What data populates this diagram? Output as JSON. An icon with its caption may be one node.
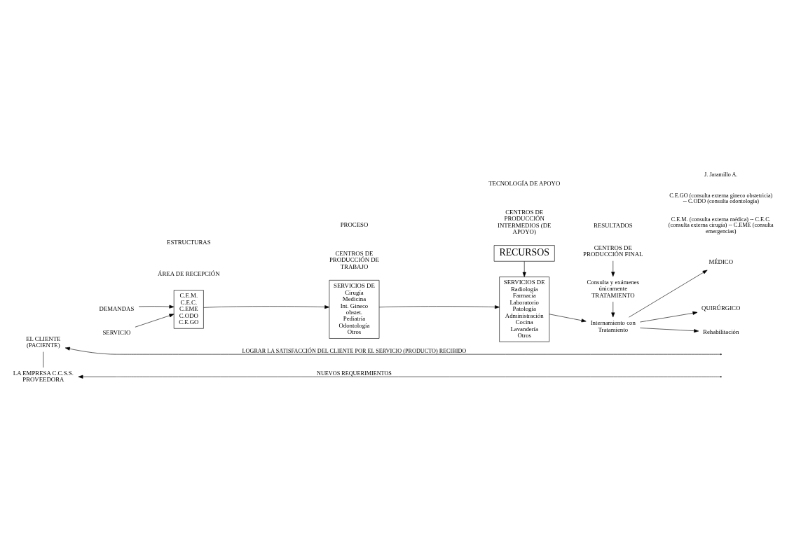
{
  "diagram": {
    "nodes": [
      {
        "text": [
          "EL CLIENTE (PACIENTE)"
        ]
      },
      {
        "text": [
          "LA EMPRESA C.C.S.S. PROVEEDORA"
        ]
      },
      {
        "text": [
          "DEMANDAS"
        ]
      },
      {
        "text": [
          "SERVICIO"
        ]
      },
      {
        "text": [
          "C.E.M. C.E.C. C.EME C.ODO C.E.GO"
        ]
      },
      {
        "text": [
          "SERVICIOS DE Cirugía Medicina Int. Gineco obstet. Pediatría Odontología Otros"
        ]
      },
      {
        "text": [
          "SERVICIOS DE Radiología Farmacia Laboratorio Patología Administración Cocina Lavandería Otros"
        ]
      },
      {
        "text": [
          "CENTROS DE PRODUCCIÓN FINAL"
        ]
      },
      {
        "text": [
          "Consulta y exámenes únicamente TRATAMIENTO"
        ]
      },
      {
        "text": [
          "Internamiento con Tratamiento"
        ]
      },
      {
        "text": [
          "MÉDICO"
        ]
      },
      {
        "text": [
          "QUIRÚRGICO"
        ]
      },
      {
        "text": [
          "Rehabilitación"
        ]
      },
      {
        "text": [
          "RECURSOS"
        ]
      }
    ],
    "edges": [
      {
        "from": null,
        "to": 0,
        "arrow": "to",
        "label": "LOGRAR LA SATISFACCIÓN DEL CLIENTE POR EL SERVICIO (PRODUCTO) RECIBIDO"
      },
      {
        "from": 0,
        "to": 1,
        "arrow": "none"
      },
      {
        "from": 2,
        "to": 4,
        "arrow": "to"
      },
      {
        "from": 3,
        "to": 4,
        "arrow": "to"
      },
      {
        "from": 4,
        "to": 5,
        "arrow": "to"
      },
      {
        "from": 5,
        "to": 6,
        "arrow": "to"
      },
      {
        "from": 6,
        "to": 9,
        "arrow": "to"
      },
      {
        "from": 7,
        "to": 8,
        "arrow": "to"
      },
      {
        "from": 8,
        "to": 9,
        "arrow": "to"
      },
      {
        "from": 9,
        "to": 10,
        "arrow": "to"
      },
      {
        "from": 9,
        "to": 11,
        "arrow": "to"
      },
      {
        "from": 9,
        "to": 12,
        "arrow": "to"
      },
      {
        "from": 13,
        "to": 6,
        "arrow": "to"
      },
      {
        "from": null,
        "to": 1,
        "arrow": "to",
        "label": "NUEVOS REQUERIMIENTOS"
      }
    ],
    "labels": [
      "ESTRUCTURAS",
      "PROCESO",
      "TECNOLOGÍA DE APOYO",
      "RESULTADOS",
      "ÁREA DE RECEPCIÓN",
      "CENTROS DE PRODUCCIÓN DE TRABAJO",
      "CENTROS DE PRODUCCIÓN INTERMEDIOS (DE APOYO)",
      "C.E.M. (consulta externa médica) -- C.E.C. (consulta externa cirugía) -- C.EME (consulta emergencias)",
      "C.E.GO (consulta externa gineco obstetricia) -- C.ODO (consulta odontología)",
      "J. Jaramillo A."
    ]
  }
}
